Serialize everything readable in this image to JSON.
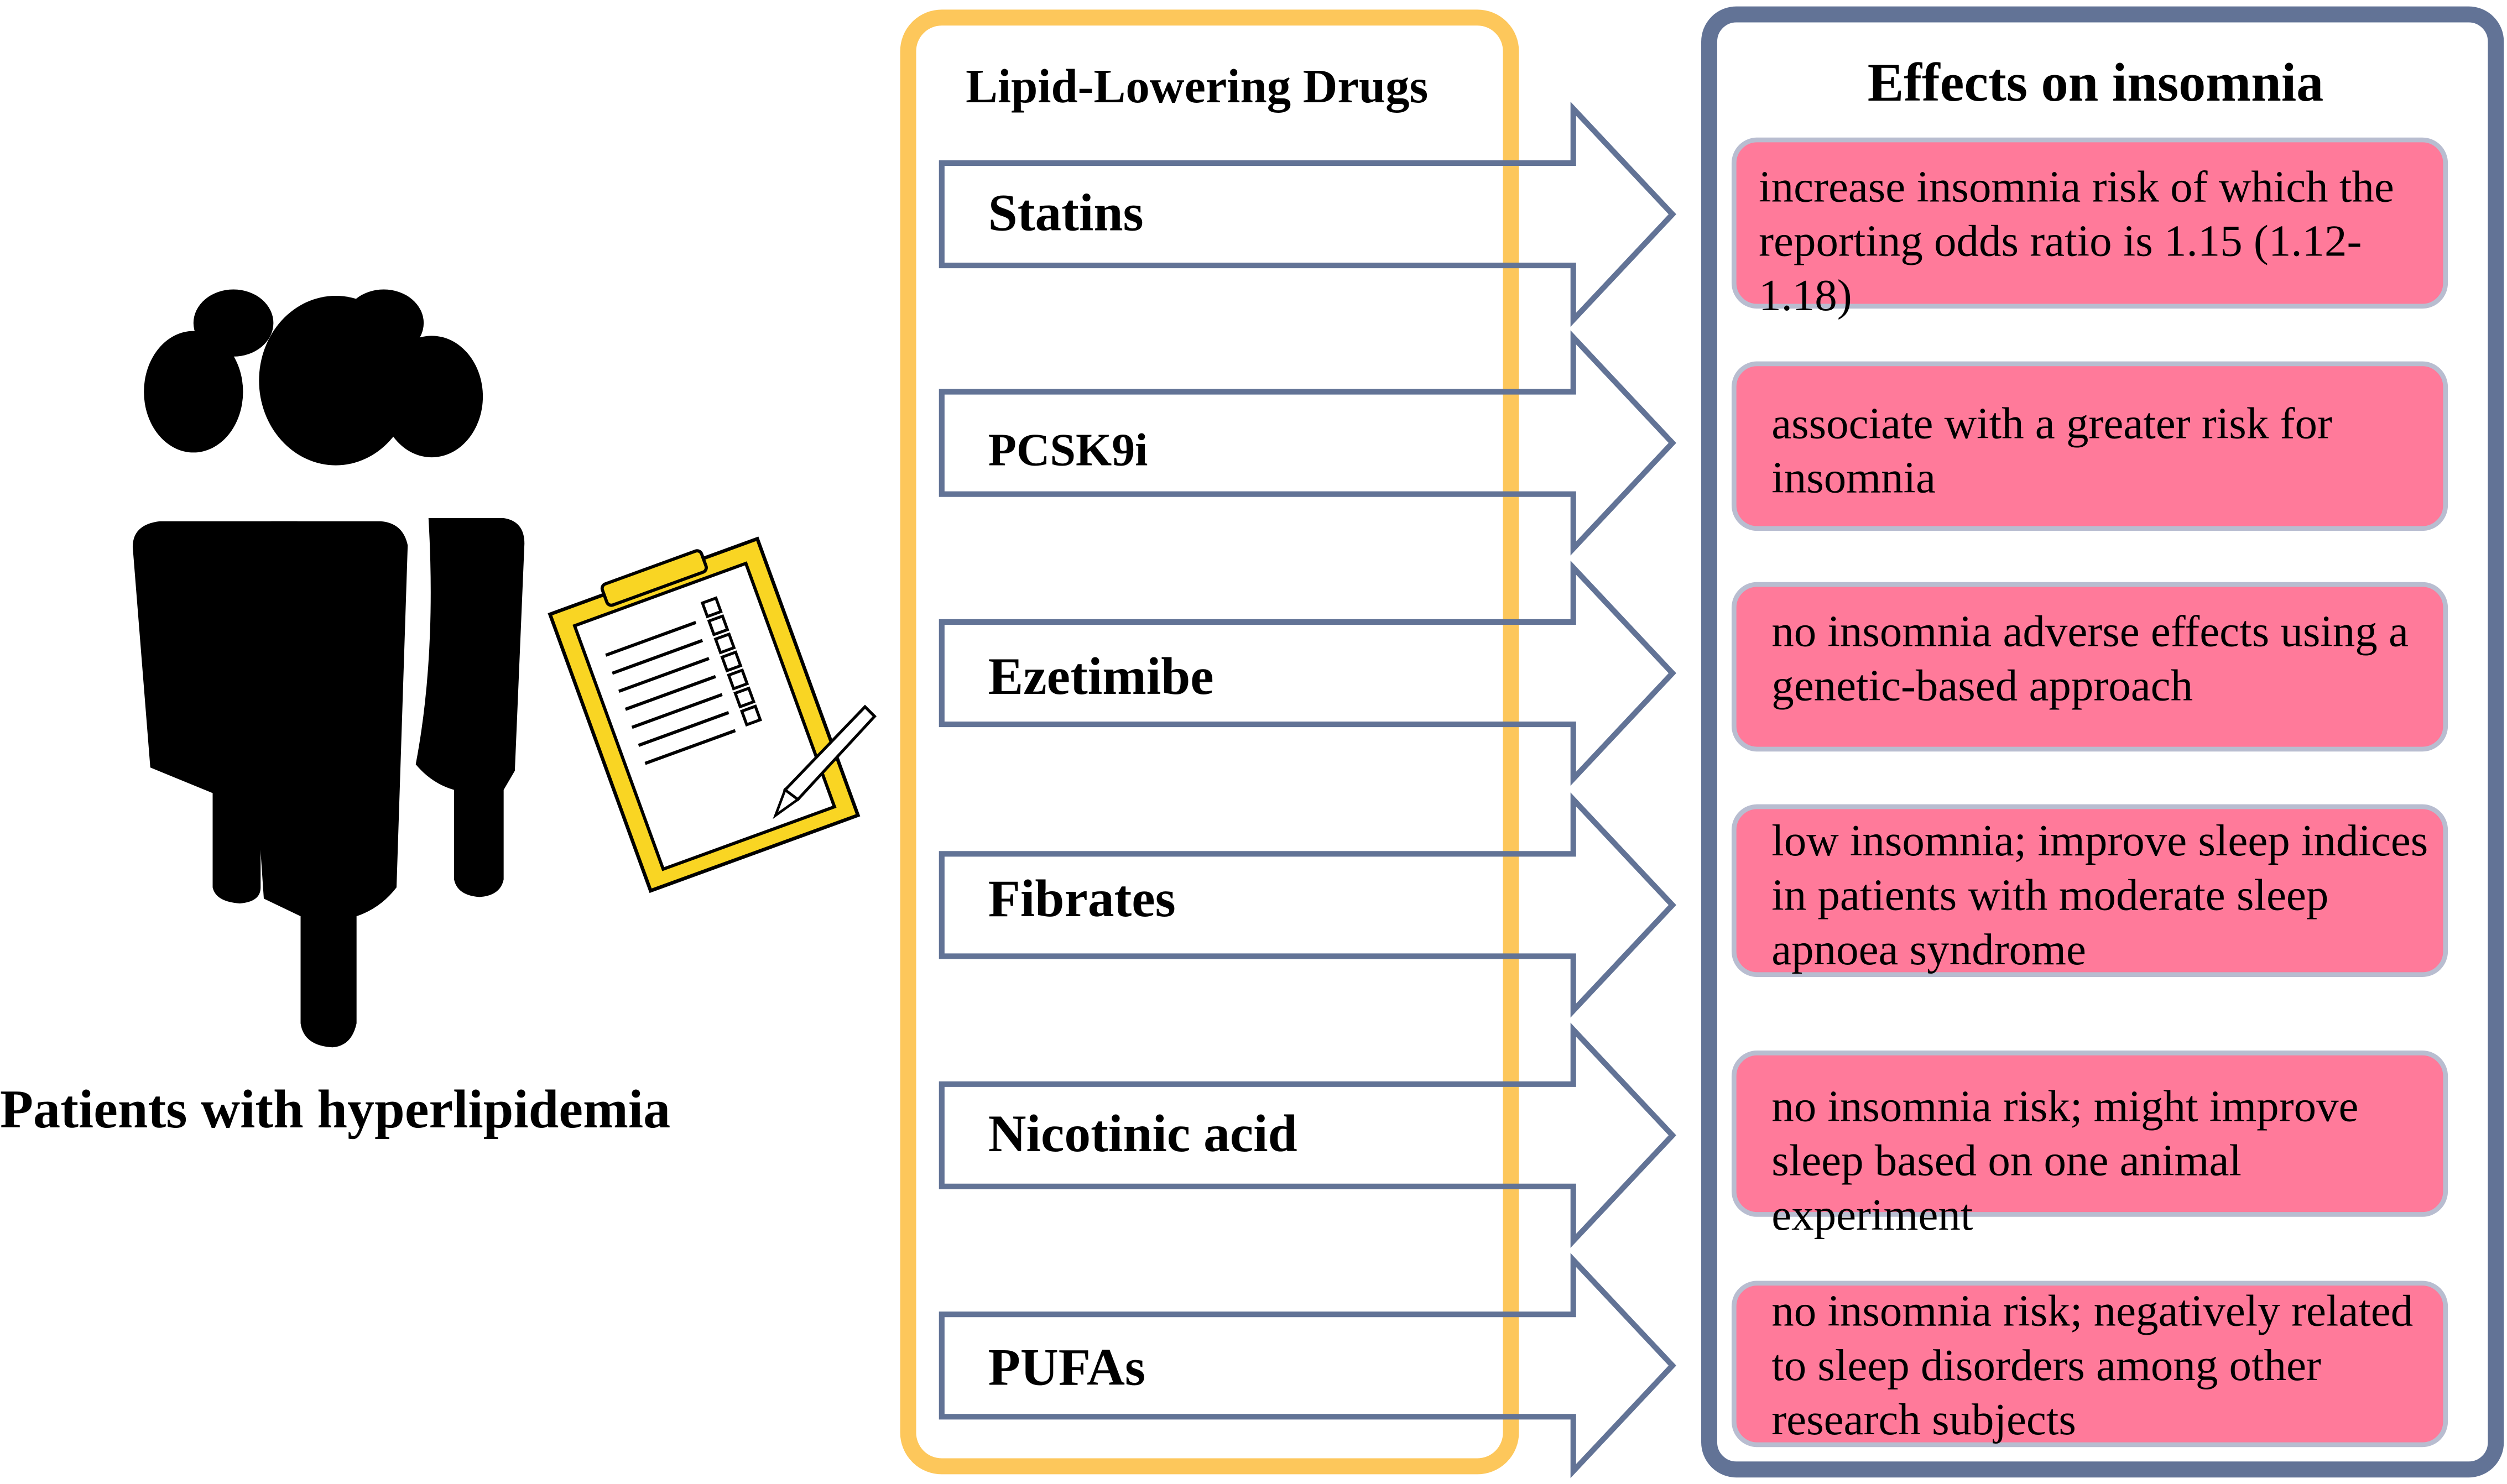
{
  "left": {
    "label": "Patients with hyperlipidemia",
    "icons": [
      "people-group-icon",
      "clipboard-checklist-icon",
      "pencil-icon"
    ]
  },
  "drugs_panel": {
    "title": "Lipid-Lowering Drugs",
    "items": [
      {
        "label": "Statins"
      },
      {
        "label": "PCSK9i"
      },
      {
        "label": "Ezetimibe"
      },
      {
        "label": "Fibrates"
      },
      {
        "label": "Nicotinic acid"
      },
      {
        "label": "PUFAs"
      }
    ]
  },
  "effects_panel": {
    "title": "Effects on insomnia",
    "items": [
      {
        "lines": [
          "increase insomnia risk of which the",
          "reporting odds ratio is 1.15 (1.12-1.18)"
        ]
      },
      {
        "lines": [
          "associate with a greater risk for",
          "insomnia"
        ]
      },
      {
        "lines": [
          "no insomnia adverse effects using a",
          "genetic-based approach"
        ]
      },
      {
        "lines": [
          "low insomnia; improve sleep indices",
          "in patients with moderate sleep",
          "apnoea syndrome"
        ]
      },
      {
        "lines": [
          "no insomnia risk; might improve",
          "sleep based on one animal experiment"
        ]
      },
      {
        "lines": [
          "no insomnia risk; negatively related",
          "to sleep disorders among other",
          "research subjects"
        ]
      }
    ]
  },
  "colors": {
    "drugs_panel_border": "#FDC75B",
    "effects_panel_border": "#627396",
    "arrow_outline": "#627396",
    "effect_box_fill": "#FF7A9A",
    "effect_box_border": "#B8BDD0",
    "clipboard_fill": "#F9D523"
  }
}
